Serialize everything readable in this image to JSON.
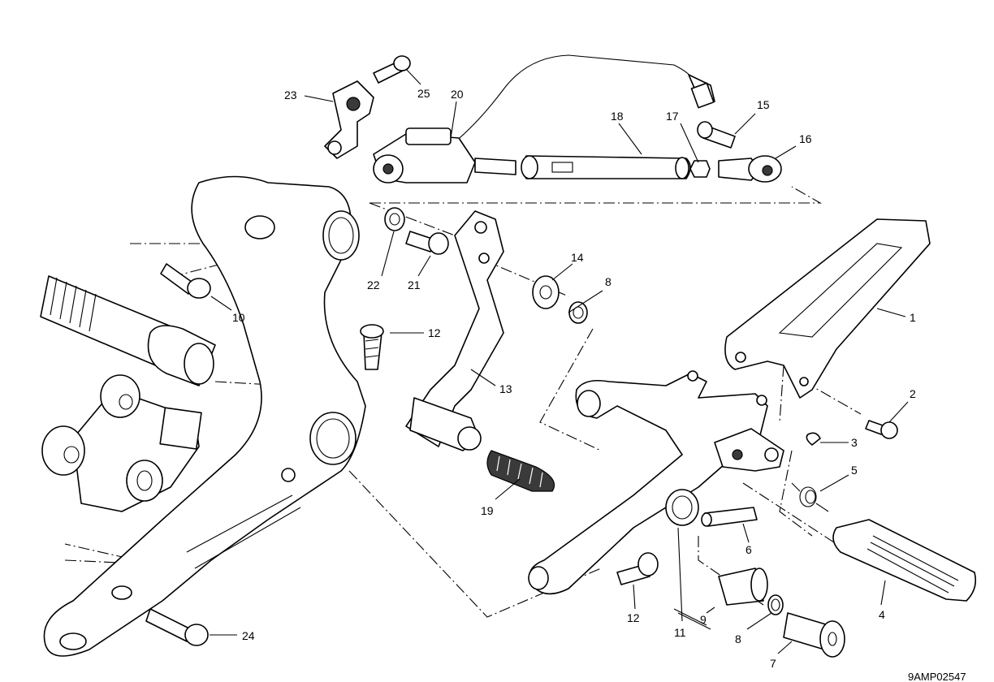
{
  "diagram": {
    "title": "Footrest / gear change pedal assembly exploded view",
    "drawing_code": "9AMP02547"
  },
  "callouts": [
    {
      "id": "c1",
      "label": "1"
    },
    {
      "id": "c2",
      "label": "2"
    },
    {
      "id": "c3",
      "label": "3"
    },
    {
      "id": "c4",
      "label": "4"
    },
    {
      "id": "c5",
      "label": "5"
    },
    {
      "id": "c6",
      "label": "6"
    },
    {
      "id": "c7",
      "label": "7"
    },
    {
      "id": "c8a",
      "label": "8"
    },
    {
      "id": "c8b",
      "label": "8"
    },
    {
      "id": "c9",
      "label": "9"
    },
    {
      "id": "c10",
      "label": "10"
    },
    {
      "id": "c11",
      "label": "11"
    },
    {
      "id": "c12a",
      "label": "12"
    },
    {
      "id": "c12b",
      "label": "12"
    },
    {
      "id": "c13",
      "label": "13"
    },
    {
      "id": "c14",
      "label": "14"
    },
    {
      "id": "c15",
      "label": "15"
    },
    {
      "id": "c16",
      "label": "16"
    },
    {
      "id": "c17",
      "label": "17"
    },
    {
      "id": "c18",
      "label": "18"
    },
    {
      "id": "c19",
      "label": "19"
    },
    {
      "id": "c20",
      "label": "20"
    },
    {
      "id": "c21",
      "label": "21"
    },
    {
      "id": "c22",
      "label": "22"
    },
    {
      "id": "c23",
      "label": "23"
    },
    {
      "id": "c24",
      "label": "24"
    },
    {
      "id": "c25",
      "label": "25"
    }
  ]
}
